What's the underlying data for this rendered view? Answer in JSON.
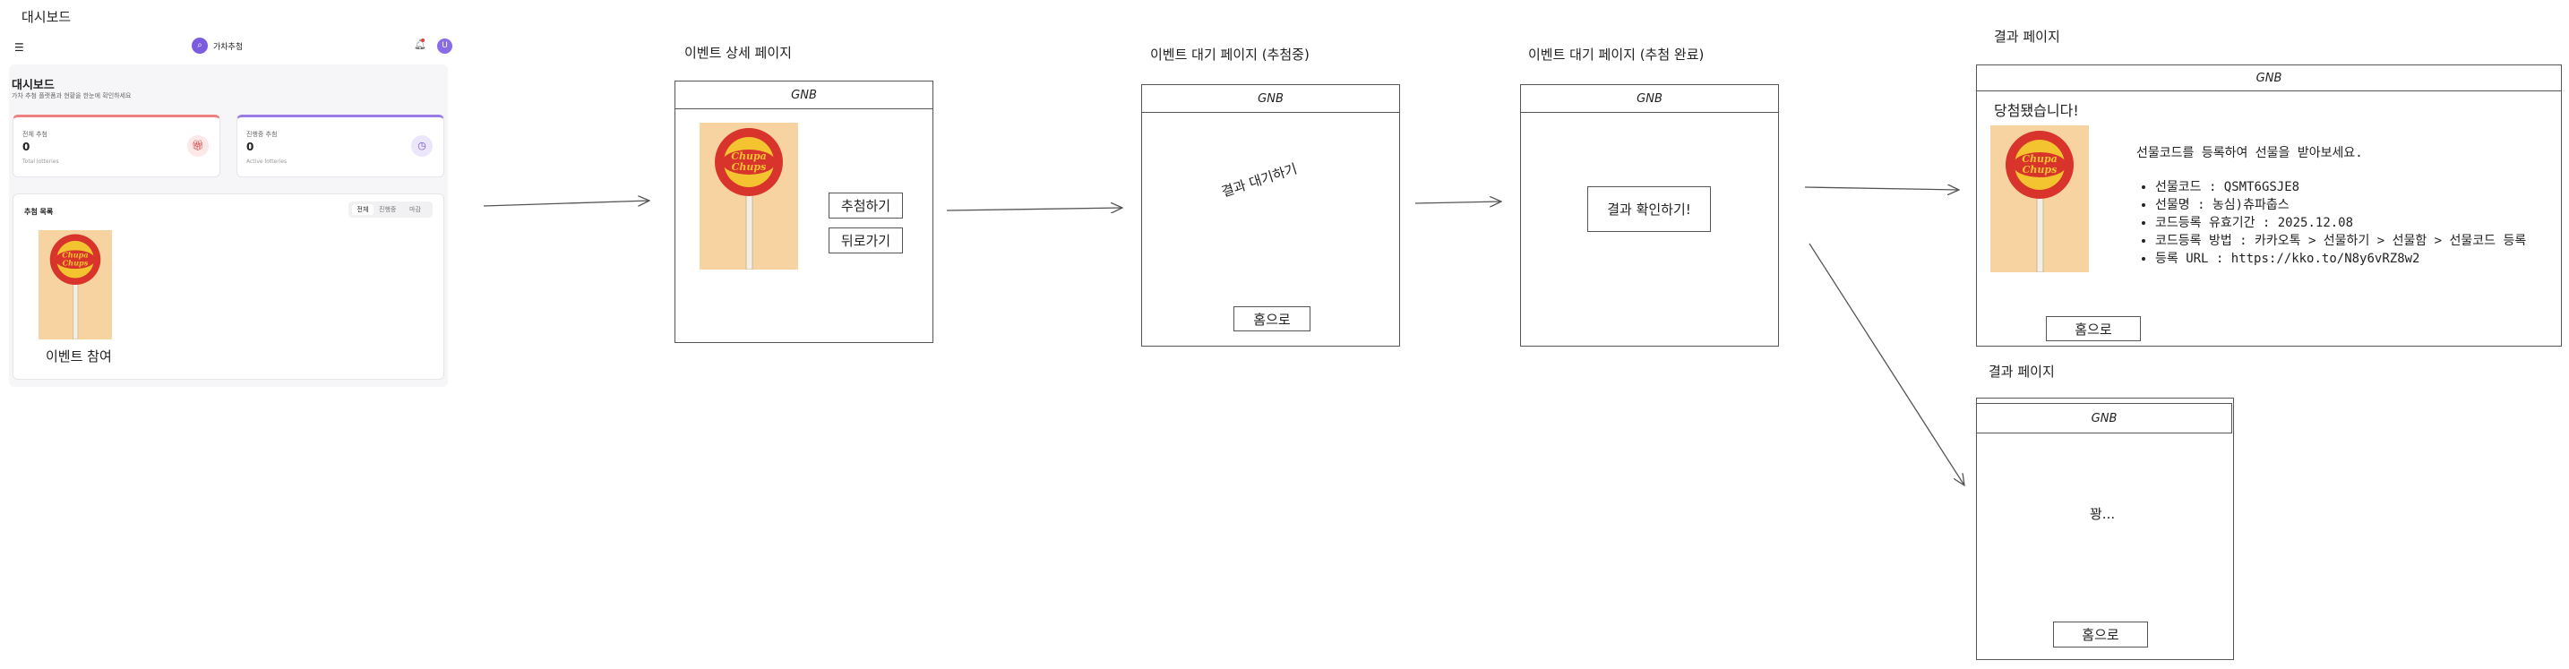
{
  "dashboard": {
    "header_title": "대시보드",
    "app_name": "가차추첨",
    "avatar_letter": "U",
    "page_title": "대시보드",
    "page_subtitle": "가차 추첨 플랫폼과 현황을 한눈에 확인하세요",
    "stats": [
      {
        "label": "전체 추첨",
        "value": "0",
        "sub": "Total lotteries",
        "accent": "#f08080",
        "icon": "gift-icon"
      },
      {
        "label": "진행중 추첨",
        "value": "0",
        "sub": "Active lotteries",
        "accent": "#9b7be8",
        "icon": "clock-icon"
      }
    ],
    "list_title": "추첨 목록",
    "filters": [
      "전체",
      "진행중",
      "마감"
    ],
    "event_label": "이벤트 참여"
  },
  "detail": {
    "title": "이벤트 상세 페이지",
    "gnb": "GNB",
    "draw_button": "추첨하기",
    "back_button": "뒤로가기"
  },
  "waiting": {
    "title": "이벤트 대기 페이지 (추첨중)",
    "gnb": "GNB",
    "waiting_text": "결과 대기하기",
    "home_button": "홈으로"
  },
  "done": {
    "title": "이벤트 대기 페이지 (추첨 완료)",
    "gnb": "GNB",
    "check_button": "결과 확인하기!"
  },
  "result_win": {
    "title": "결과 페이지",
    "gnb": "GNB",
    "win_text": "당첨됐습니다!",
    "headline": "선물코드를 등록하여 선물을 받아보세요.",
    "items": [
      "선물코드 : QSMT6GSJE8",
      "선물명 : 농심)츄파춥스",
      "코드등록 유효기간 : 2025.12.08",
      "코드등록 방법 : 카카오톡 > 선물하기 > 선물함 > 선물코드 등록",
      "등록 URL : https://kko.to/N8y6vRZ8w2"
    ],
    "home_button": "홈으로"
  },
  "result_lose": {
    "title": "결과 페이지",
    "gnb": "GNB",
    "lose_text": "꽝...",
    "home_button": "홈으로"
  },
  "lollipop_brand": "Chupa Chups",
  "colors": {
    "brand_purple": "#7b5ce0",
    "lollipop_bg": "#f6d3a0",
    "candy_red": "#d8342c",
    "candy_yellow": "#f4c430"
  }
}
